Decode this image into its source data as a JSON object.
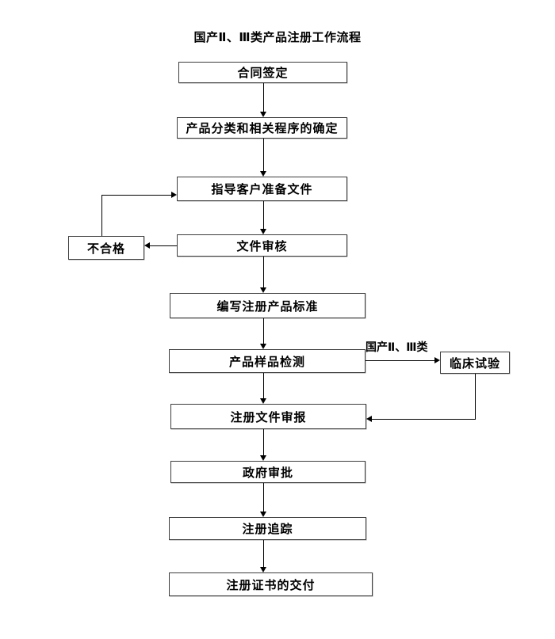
{
  "title": "国产Ⅱ、Ⅲ类产品注册工作流程",
  "nodes": {
    "contract": "合同签定",
    "classification": "产品分类和相关程序的确定",
    "guide": "指导客户准备文件",
    "review": "文件审核",
    "unqualified": "不合格",
    "standard": "编写注册产品标准",
    "sample_test": "产品样品检测",
    "clinical": "临床试验",
    "submission": "注册文件审报",
    "approval": "政府审批",
    "tracking": "注册追踪",
    "delivery": "注册证书的交付"
  },
  "branch_label": "国产Ⅱ、Ⅲ类",
  "colors": {
    "background": "#ffffff",
    "box_border": "#3d3d3d",
    "line": "#000000",
    "text": "#000000"
  }
}
